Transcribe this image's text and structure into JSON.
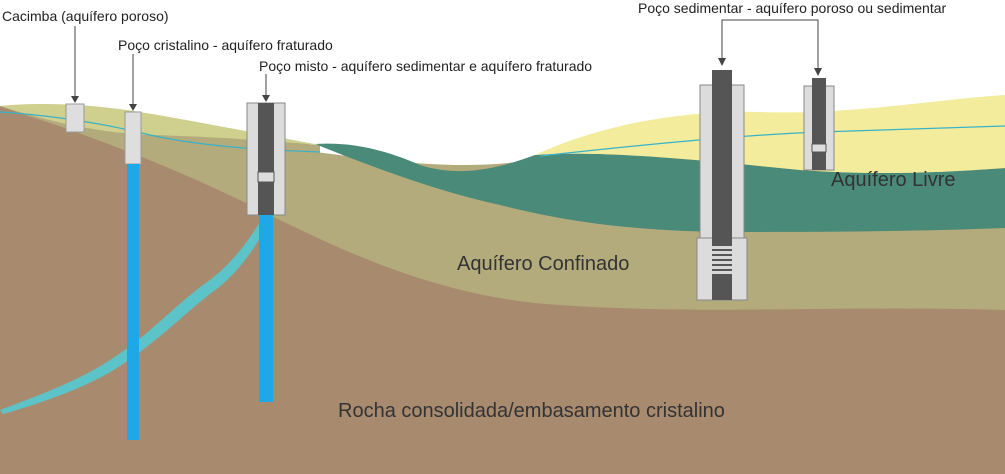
{
  "labels": {
    "cacimba": "Cacimba (aquífero poroso)",
    "poco_cristalino": "Poço cristalino - aquífero fraturado",
    "poco_misto": "Poço misto - aquífero sedimentar e aquífero fraturado",
    "poco_sedimentar": "Poço sedimentar - aquífero poroso ou sedimentar",
    "aquifero_livre": "Aquífero Livre",
    "aquifero_confinado": "Aquífero Confinado",
    "rocha": "Rocha consolidada/embasamento cristalino"
  },
  "colors": {
    "rock": "#a88b6f",
    "confined_layer": "#b3ab7c",
    "confining_layer": "#4a8a78",
    "free_aquifer": "#f2ec9c",
    "water_table": "#38b2c8",
    "fracture": "#5cc3c8",
    "water_column": "#1ea8e8",
    "casing_light": "#dcdcdc",
    "casing_dark": "#555555"
  }
}
